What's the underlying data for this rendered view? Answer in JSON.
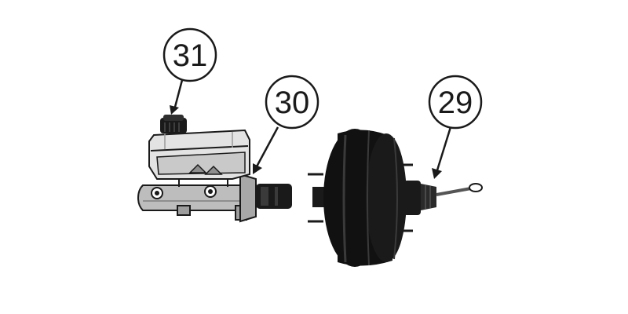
{
  "diagram": {
    "callouts": [
      {
        "id": "callout-31",
        "label": "31"
      },
      {
        "id": "callout-30",
        "label": "30"
      },
      {
        "id": "callout-29",
        "label": "29"
      }
    ]
  },
  "colors": {
    "outline": "#1a1a1a",
    "reservoir": "#e3e3e3",
    "reservoir_shade": "#c9c9c9",
    "metal": "#bdbdbd",
    "metal_dark": "#8e8e8e",
    "booster": "#111111",
    "booster_highlight": "#3a3a3a"
  }
}
